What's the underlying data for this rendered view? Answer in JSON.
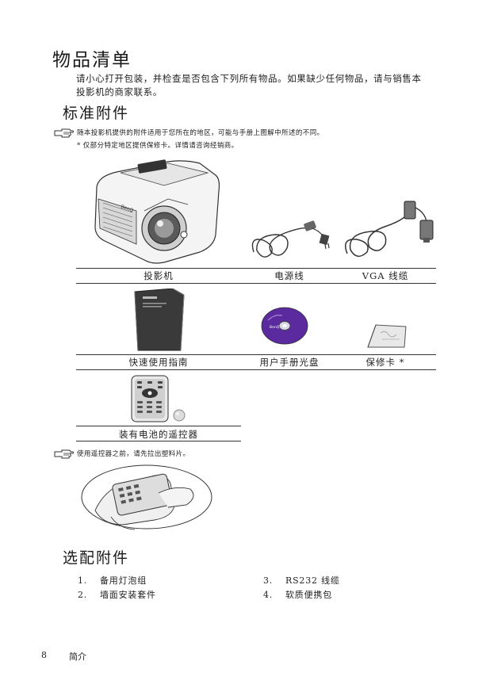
{
  "page": {
    "title": "物品清单",
    "intro": [
      "请小心打开包装，并检查是否包含下列所有物品。如果缺少任何物品，请与销售本",
      "投影机的商家联系。"
    ],
    "standard": {
      "heading": "标准附件",
      "note_line1": "随本投影机提供的附件适用于您所在的地区，可能与手册上图解中所述的不同。",
      "note_line2": "* 仅部分特定地区提供保修卡。详情请咨询经销商。",
      "items": {
        "projector": "投影机",
        "power_cord": "电源线",
        "vga_cable": "VGA 线缆",
        "quick_guide": "快速使用指南",
        "manual_cd": "用户手册光盘",
        "warranty_card": "保修卡 *",
        "remote": "装有电池的遥控器"
      },
      "remote_note": "使用遥控器之前，请先拉出塑料片。"
    },
    "optional": {
      "heading": "选配附件",
      "col1": [
        {
          "num": "1.",
          "text": "备用灯泡组"
        },
        {
          "num": "2.",
          "text": "墙面安装套件"
        }
      ],
      "col2": [
        {
          "num": "3.",
          "text": "RS232 线缆"
        },
        {
          "num": "4.",
          "text": "软质便携包"
        }
      ]
    },
    "footer": {
      "page_number": "8",
      "section": "简介"
    },
    "colors": {
      "disc": "#5a2a9e",
      "text": "#222222"
    },
    "icons": [
      "note-hand-icon",
      "projector-image",
      "power-cord-image",
      "vga-cable-image",
      "guide-booklet-image",
      "cd-disc-image",
      "warranty-card-image",
      "remote-control-image",
      "battery-image",
      "hands-remote-image"
    ]
  }
}
